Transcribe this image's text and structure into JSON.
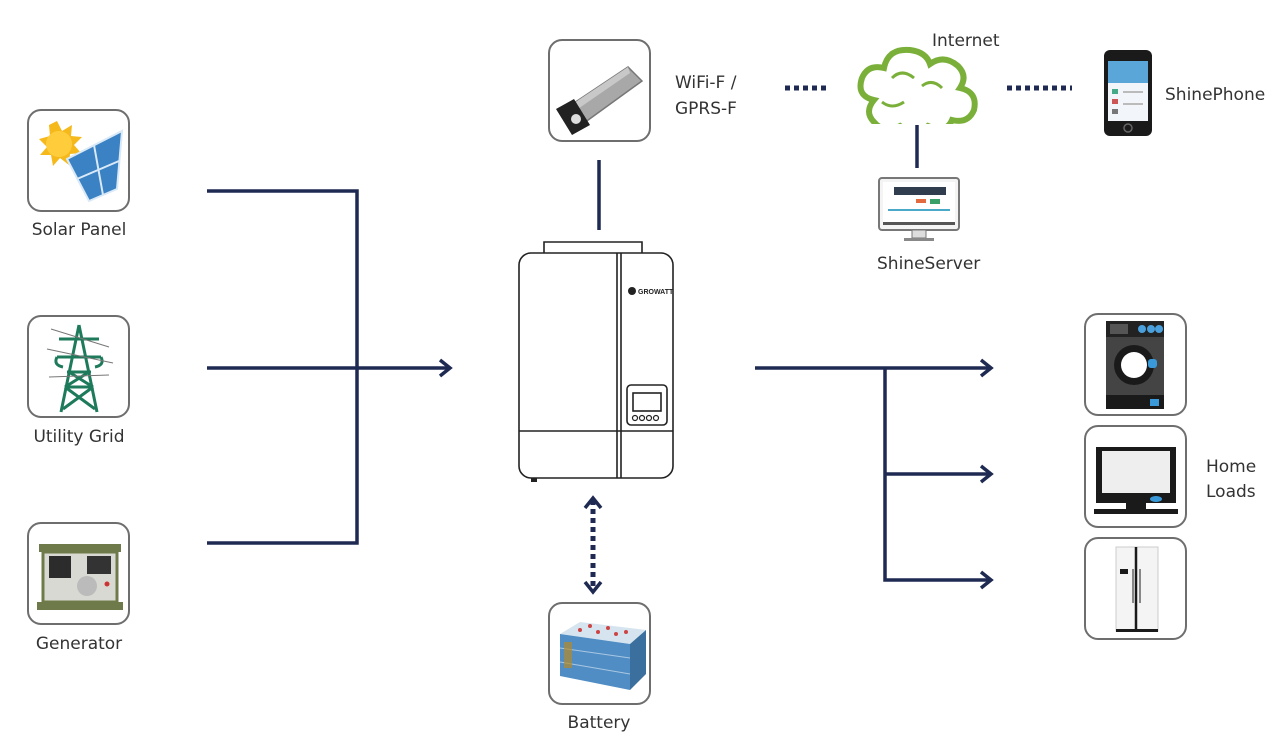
{
  "diagram": {
    "sources": [
      {
        "id": "solar",
        "label": "Solar Panel",
        "icon": "solar-panel-icon"
      },
      {
        "id": "grid",
        "label": "Utility Grid",
        "icon": "utility-grid-icon"
      },
      {
        "id": "generator",
        "label": "Generator",
        "icon": "generator-icon"
      }
    ],
    "inverter": {
      "label": "GROWATT",
      "icon": "inverter-icon"
    },
    "battery": {
      "label": "Battery",
      "icon": "battery-icon",
      "link": "bidirectional-dotted"
    },
    "monitoring": {
      "module": {
        "label_line1": "WiFi-F /",
        "label_line2": "GPRS-F",
        "icon": "wifi-dongle-icon"
      },
      "internet": {
        "label": "Internet",
        "icon": "cloud-icon"
      },
      "server": {
        "label": "ShineServer",
        "icon": "monitor-icon"
      },
      "phone": {
        "label": "ShinePhone",
        "icon": "smartphone-icon"
      }
    },
    "loads": {
      "label_line1": "Home",
      "label_line2": "Loads",
      "items": [
        {
          "id": "washer",
          "icon": "washing-machine-icon"
        },
        {
          "id": "tv",
          "icon": "television-icon"
        },
        {
          "id": "fridge",
          "icon": "refrigerator-icon"
        }
      ]
    },
    "colors": {
      "wire": "#1f2a52",
      "box_border": "#6e6e6e",
      "cloud": "#7ab03a",
      "grid_tower": "#1d7a5a"
    }
  }
}
